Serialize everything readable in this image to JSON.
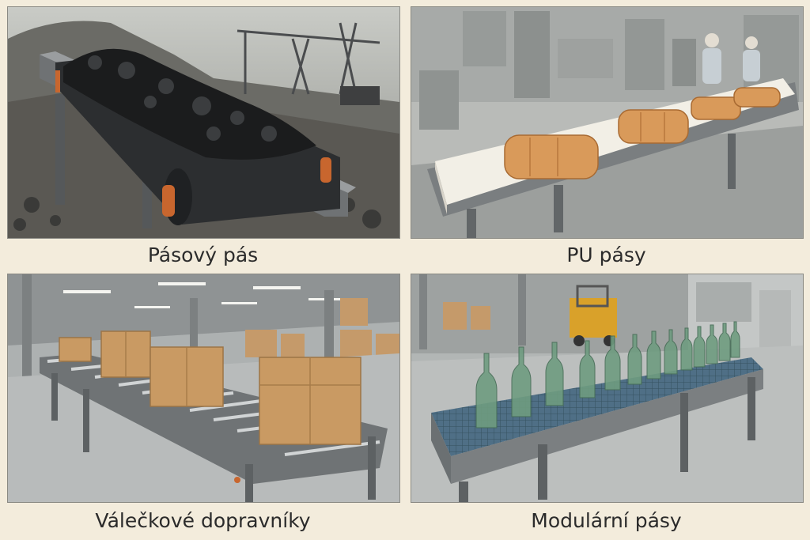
{
  "panels": [
    {
      "caption": "Pásový pás"
    },
    {
      "caption": "PU pásy"
    },
    {
      "caption": "Válečkové dopravníky"
    },
    {
      "caption": "Modulární pásy"
    }
  ],
  "colors": {
    "background": "#f3ecdc",
    "caption_text": "#2b2b2b",
    "belt_dark": "#2c2e30",
    "belt_white": "#f2efe6",
    "bread": "#d99a5a",
    "box": "#c99a63",
    "bottle": "#6f9c80",
    "roller_accent": "#c8662e",
    "forklift": "#d9a12a",
    "modular_belt": "#4f6f86"
  }
}
